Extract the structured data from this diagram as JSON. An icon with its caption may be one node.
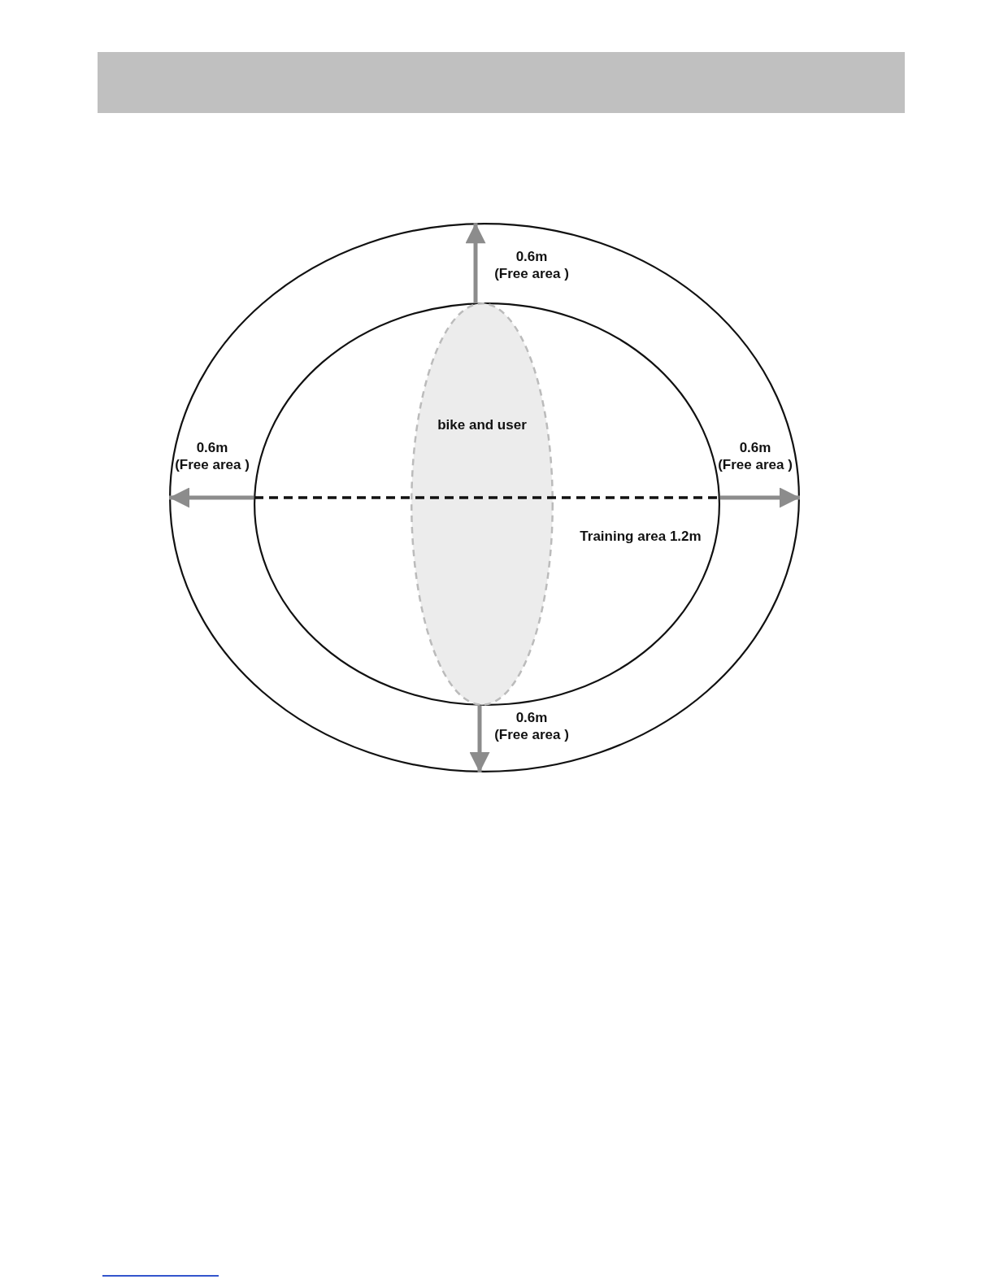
{
  "diagram": {
    "nodes": [
      {
        "text": [],
        "shape": "ellipse"
      },
      {
        "text": [],
        "shape": "ellipse",
        "in": 0
      },
      {
        "text": [
          "bike and user"
        ],
        "in": 1
      }
    ],
    "edges": [
      {
        "from": 2,
        "to": 0,
        "arrow": "to",
        "label": "0.6m (Free area )"
      },
      {
        "from": 1,
        "to": 0,
        "arrow": "to",
        "label": "0.6m (Free area )"
      },
      {
        "from": 1,
        "to": 0,
        "arrow": "to",
        "label": "0.6m (Free area )"
      },
      {
        "from": 2,
        "to": 0,
        "arrow": "to",
        "label": "0.6m (Free area )"
      }
    ],
    "labels": [
      "Training area 1.2m"
    ]
  }
}
